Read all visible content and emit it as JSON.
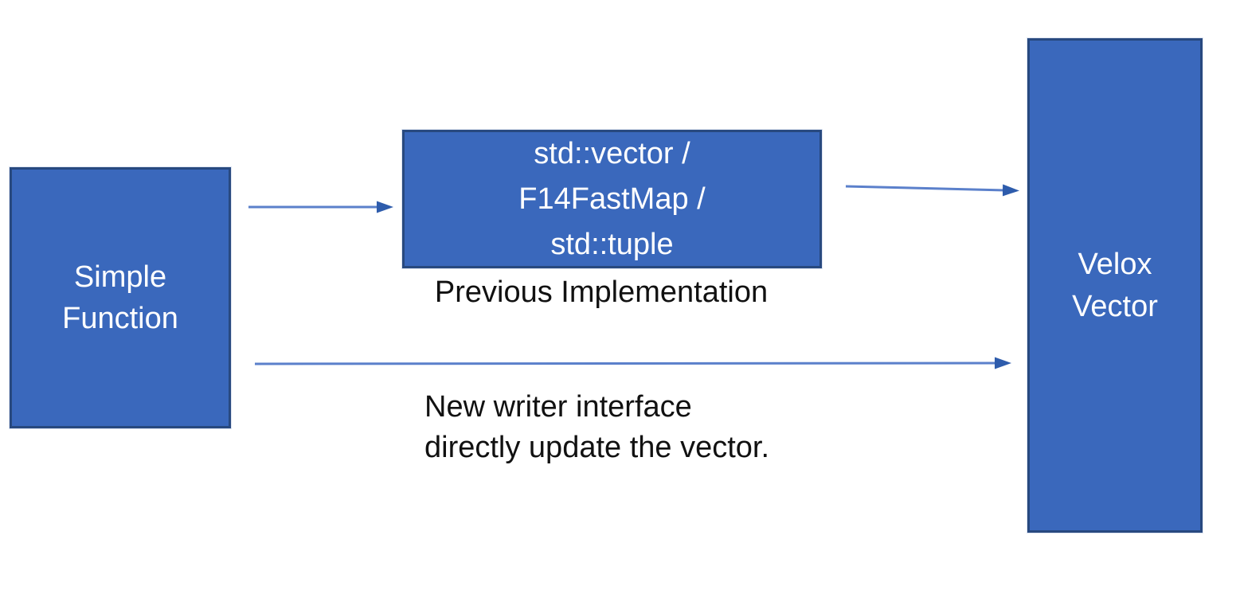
{
  "colors": {
    "node-fill": "#3A68BC",
    "node-border": "#28497F",
    "node-text": "#FFFFFF",
    "annotation-text": "#111111",
    "arrow-line": "#5B80CB",
    "arrow-head": "#2E5CAC",
    "background": "#FFFFFF"
  },
  "diagram": {
    "nodes": {
      "simple_function": {
        "label": "Simple\nFunction"
      },
      "previous_impl": {
        "label": "std::vector /\nF14FastMap /\nstd::tuple"
      },
      "velox_vector": {
        "label": "Velox\nVector"
      }
    },
    "annotations": {
      "previous_label": "Previous Implementation",
      "new_writer_note": "New writer interface\ndirectly update the vector."
    },
    "edges": [
      {
        "from": "simple_function",
        "to": "previous_impl"
      },
      {
        "from": "previous_impl",
        "to": "velox_vector"
      },
      {
        "from": "simple_function",
        "to": "velox_vector"
      }
    ]
  }
}
